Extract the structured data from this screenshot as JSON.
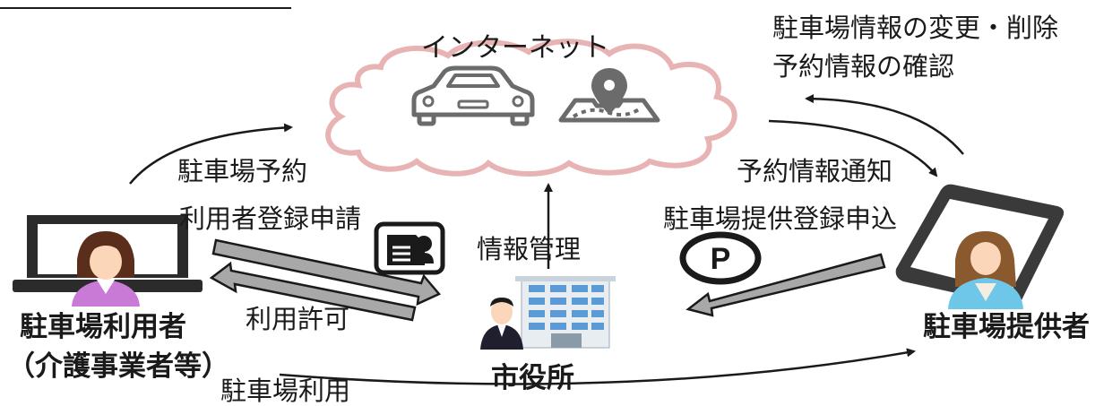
{
  "labels": {
    "internet": "インターネット",
    "parking_change_delete": "駐車場情報の変更・削除",
    "reservation_check": "予約情報の確認",
    "parking_reservation": "駐車場予約",
    "user_registration": "利用者登録申請",
    "reservation_notice": "予約情報通知",
    "provider_registration": "駐車場提供登録申込",
    "info_management": "情報管理",
    "use_permission": "利用許可",
    "parking_user": "駐車場利用者",
    "care_provider": "（介護事業者等）",
    "parking_provider": "駐車場提供者",
    "city_office": "市役所",
    "parking_use": "駐車場利用",
    "parking_symbol": "P"
  },
  "icons": [
    "cloud-icon",
    "car-icon",
    "map-pin-icon",
    "laptop-icon",
    "smartphone-icon",
    "id-card-icon",
    "parking-sign-icon",
    "building-icon",
    "woman-icon",
    "businessman-icon"
  ],
  "colors": {
    "cloud_outline": "#e8b3b3",
    "cloud_fill": "#ffffff",
    "arrow_dark": "#1a1a1a",
    "double_arrow_fill": "#a8a8a8",
    "laptop": "#2b2b2b",
    "phone": "#3a3a3a",
    "building_blue": "#5b9bd5"
  }
}
